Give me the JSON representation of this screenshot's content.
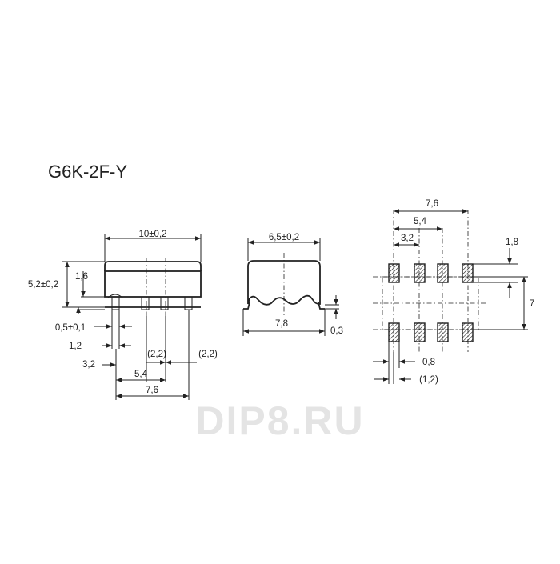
{
  "title": "G6K-2F-Y",
  "watermark": "DIP8.RU",
  "side_view": {
    "width": "10±0,2",
    "height": "5,2±0,2",
    "body_height": "1,6",
    "standoff": "0,5±0,1",
    "lead_width": "1,2",
    "pitch_1": "3,2",
    "pitch_2": "5,4",
    "pitch_3": "7,6",
    "ref_a": "(2,2)",
    "ref_b": "(2,2)"
  },
  "end_view": {
    "width": "6,5±0,2",
    "lead_span": "7,8",
    "lead_thickness": "0,3"
  },
  "pad_layout": {
    "span_1": "7,6",
    "span_2": "5,4",
    "span_3": "3,2",
    "pad_length": "1,8",
    "row_distance": "7",
    "pad_width": "0,8",
    "pad_ref": "(1,2)"
  },
  "colors": {
    "line": "#222222",
    "watermark": "#e4e4e4"
  }
}
